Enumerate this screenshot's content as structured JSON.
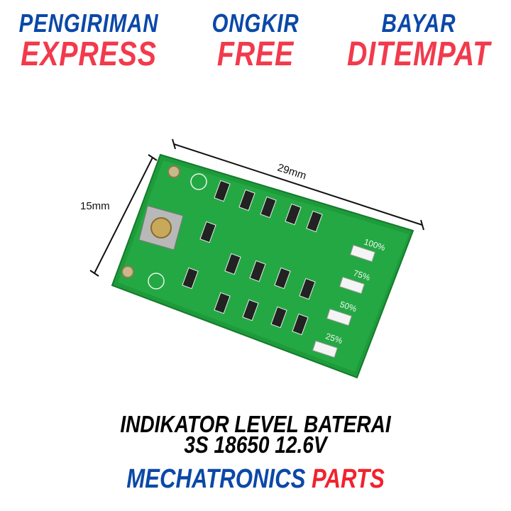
{
  "banner": [
    {
      "top": "PENGIRIMAN",
      "bottom": "EXPRESS"
    },
    {
      "top": "ONGKIR",
      "bottom": "FREE"
    },
    {
      "top": "BAYAR",
      "bottom": "DITEMPAT"
    }
  ],
  "product": {
    "dimension_width": "29mm",
    "dimension_height": "15mm",
    "led_labels": [
      "100%",
      "75%",
      "50%",
      "25%"
    ],
    "title_line1": "INDIKATOR LEVEL BATERAI",
    "title_line2": "3S 18650 12.6V"
  },
  "brand": {
    "part1": "MECHATRONICS",
    "part2": "PARTS"
  },
  "colors": {
    "blue": "#0b48a8",
    "red": "#f23a4c",
    "pcb": "#1e9b3a"
  }
}
